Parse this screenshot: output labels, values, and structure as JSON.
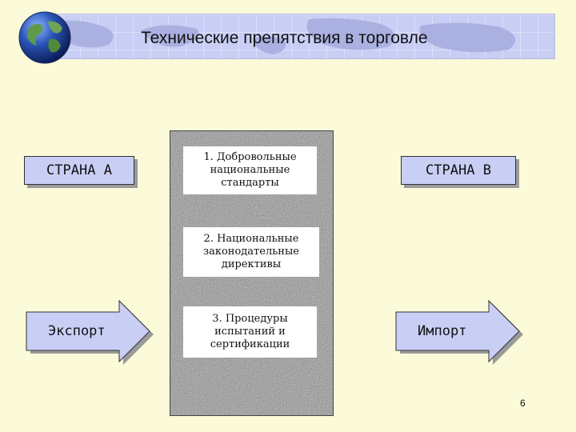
{
  "title": "Технические препятствия в торговле",
  "country_a": "СТРАНА А",
  "country_b": "СТРАНА В",
  "barriers": [
    [
      "1. Добровольные",
      "национальные",
      "стандарты"
    ],
    [
      "2. Национальные",
      "законодательные",
      "директивы"
    ],
    [
      "3. Процедуры",
      "испытаний и",
      "сертификации"
    ]
  ],
  "export_label": "Экспорт",
  "import_label": "Импорт",
  "page_number": "6",
  "colors": {
    "background": "#fbfbd9",
    "box_fill": "#c9cef5",
    "column_fill": "#8e8e8e"
  },
  "icons": [
    "globe-icon"
  ]
}
